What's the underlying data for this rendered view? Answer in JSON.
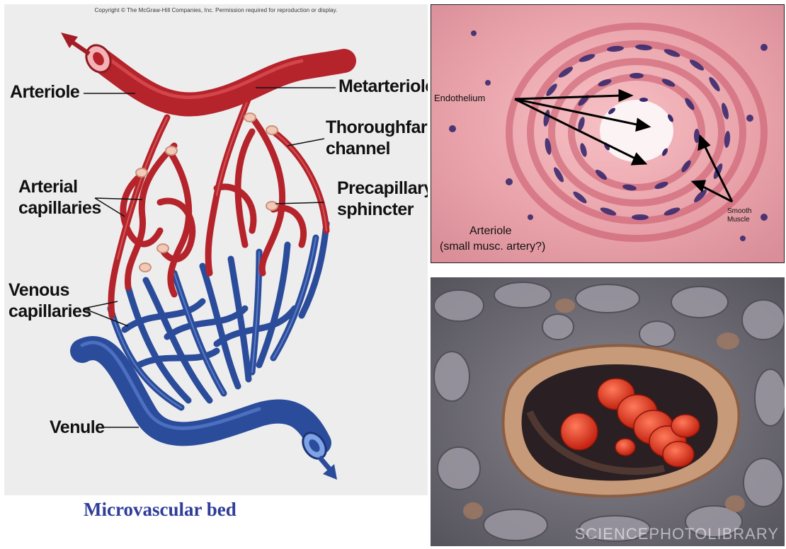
{
  "diagram": {
    "copyright": "Copyright © The McGraw-Hill Companies, Inc. Permission required for reproduction or display.",
    "labels": {
      "arteriole": "Arteriole",
      "metarteriole": "Metarteriole",
      "thoroughfare_1": "Thoroughfare",
      "thoroughfare_2": "channel",
      "arterial_1": "Arterial",
      "arterial_2": "capillaries",
      "precapillary_1": "Precapillary",
      "precapillary_2": "sphincter",
      "venous_1": "Venous",
      "venous_2": "capillaries",
      "venule": "Venule"
    },
    "caption": "Microvascular bed"
  },
  "histology": {
    "endothelium": "Endothelium",
    "smooth_1": "Smooth",
    "smooth_2": "Muscle",
    "arteriole_1": "Arteriole",
    "arteriole_2": "(small musc. artery?)"
  },
  "sem": {
    "watermark": "SCIENCEPHOTOLIBRARY"
  }
}
